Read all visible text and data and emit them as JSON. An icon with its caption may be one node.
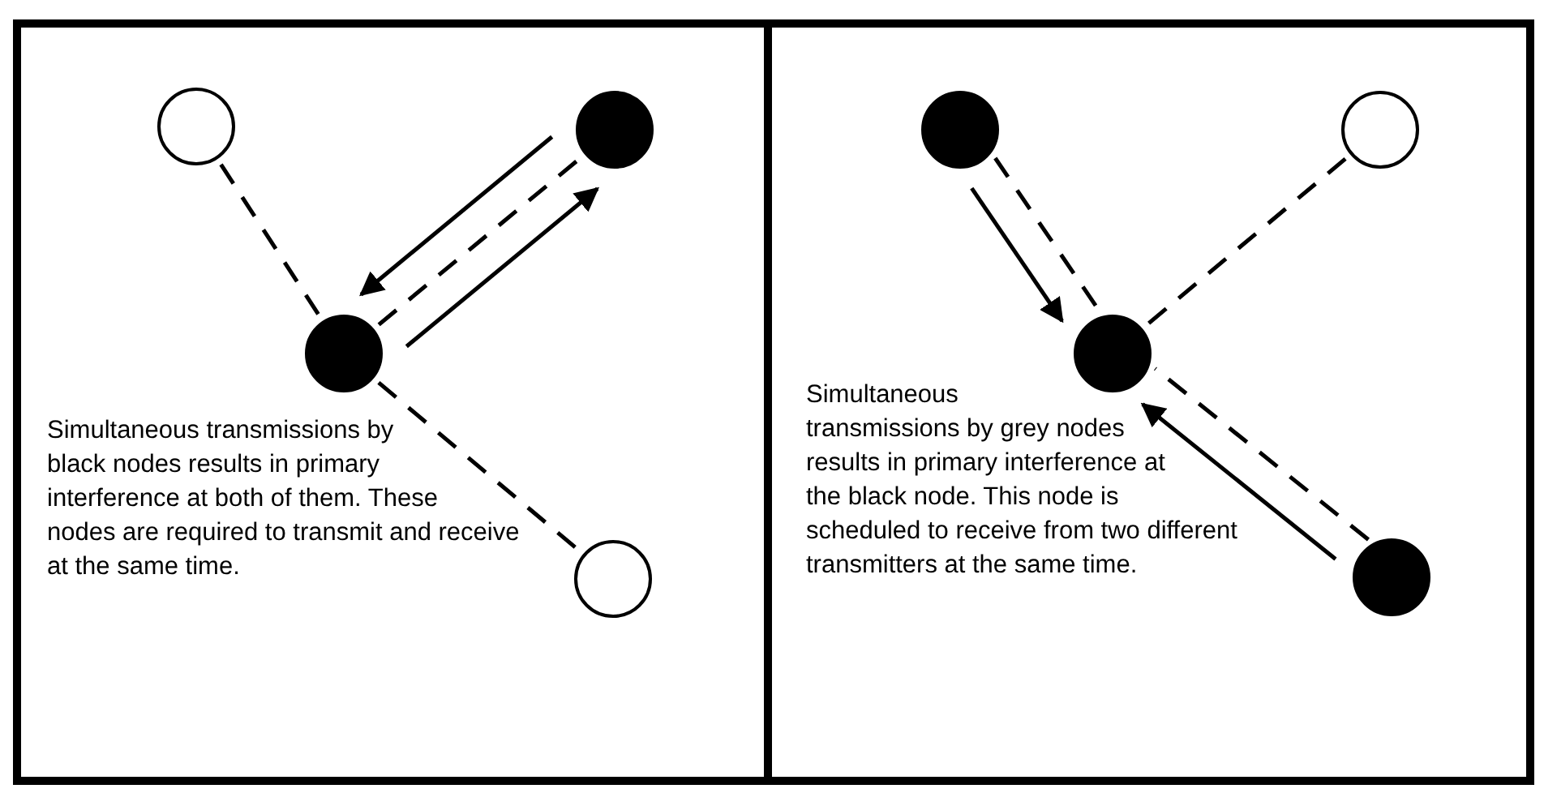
{
  "diagram": {
    "nodes": [
      {
        "text": [
          "Simultaneous transmissions by black nodes results in primary interference at both of them. These nodes are required to transmit and receive at the same time."
        ]
      },
      {
        "text": [],
        "shape": "circle",
        "in": 0
      },
      {
        "text": [],
        "shape": "disc",
        "in": 0
      },
      {
        "text": [],
        "shape": "disc",
        "in": 0
      },
      {
        "text": [],
        "shape": "circle",
        "in": 0
      },
      {
        "text": [
          "Simultaneous transmissions by grey nodes results in primary interference at the black node.  This node is scheduled to receive from two different transmitters at the same time."
        ]
      },
      {
        "text": [],
        "shape": "disc",
        "in": 5
      },
      {
        "text": [],
        "shape": "circle",
        "in": 5
      },
      {
        "text": [],
        "shape": "disc",
        "in": 5
      },
      {
        "text": [],
        "shape": "disc",
        "in": 5
      }
    ],
    "edges": [
      {
        "from": 1,
        "to": 3,
        "arrow": "none",
        "style": "dashed"
      },
      {
        "from": 3,
        "to": 2,
        "arrow": "none",
        "style": "dashed"
      },
      {
        "from": 3,
        "to": 4,
        "arrow": "none",
        "style": "dashed"
      },
      {
        "from": 2,
        "to": 3,
        "arrow": "to"
      },
      {
        "from": 3,
        "to": 2,
        "arrow": "to"
      },
      {
        "from": 6,
        "to": 8,
        "arrow": "none",
        "style": "dashed"
      },
      {
        "from": 7,
        "to": 8,
        "arrow": "none",
        "style": "dashed"
      },
      {
        "from": 9,
        "to": 8,
        "arrow": "none",
        "style": "dashed"
      },
      {
        "from": 6,
        "to": 8,
        "arrow": "to"
      },
      {
        "from": 9,
        "to": 8,
        "arrow": "to"
      }
    ]
  }
}
